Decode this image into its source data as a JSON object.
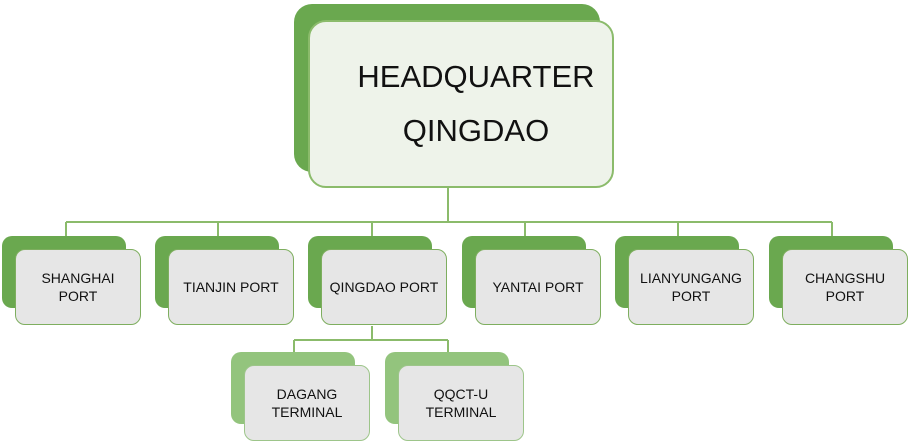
{
  "headquarter": {
    "label": "HEADQUARTER\nQINGDAO"
  },
  "ports": [
    {
      "label": "SHANGHAI\nPORT"
    },
    {
      "label": "TIANJIN PORT"
    },
    {
      "label": "QINGDAO PORT"
    },
    {
      "label": "YANTAI PORT"
    },
    {
      "label": "LIANYUNGANG\nPORT"
    },
    {
      "label": "CHANGSHU\nPORT"
    }
  ],
  "terminals": [
    {
      "label": "DAGANG\nTERMINAL"
    },
    {
      "label": "QQCT-U\nTERMINAL"
    }
  ],
  "colors": {
    "primary_green": "#6aa84f",
    "light_green": "#93c47d",
    "connector": "#8bbb6b",
    "box_fill": "#e6e6e6"
  }
}
